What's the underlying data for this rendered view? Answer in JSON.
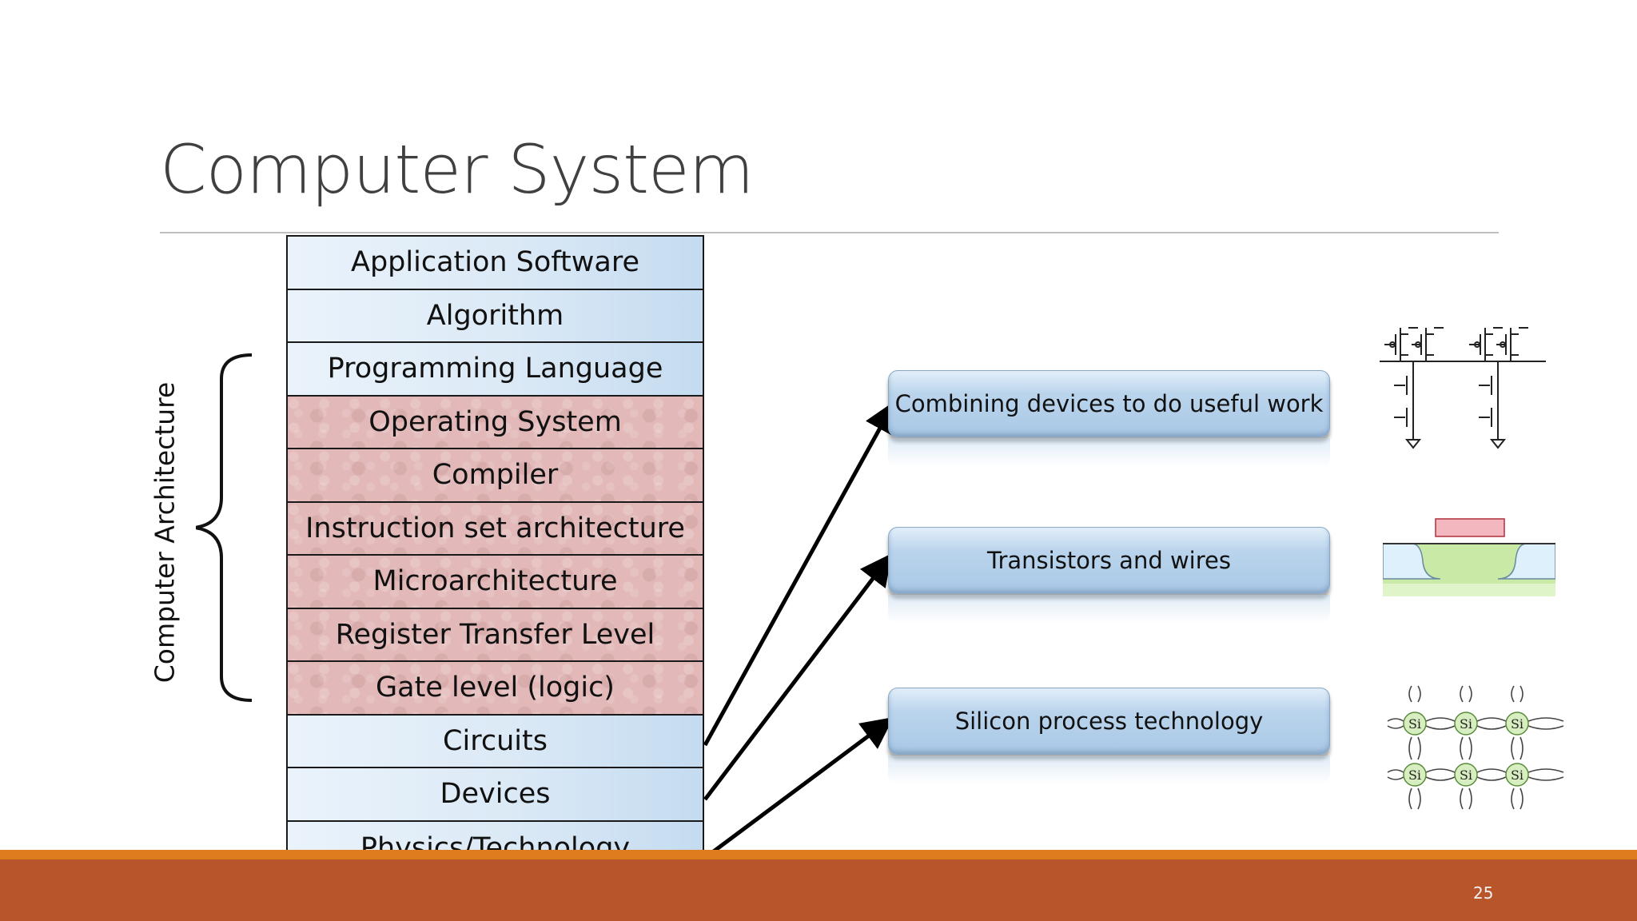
{
  "slide": {
    "title": "Computer System",
    "page_number": "25"
  },
  "stack": {
    "layers": [
      {
        "label": "Application Software",
        "color": "blue"
      },
      {
        "label": "Algorithm",
        "color": "blue"
      },
      {
        "label": "Programming Language",
        "color": "blue"
      },
      {
        "label": "Operating System",
        "color": "pink"
      },
      {
        "label": "Compiler",
        "color": "pink"
      },
      {
        "label": "Instruction set architecture",
        "color": "pink"
      },
      {
        "label": "Microarchitecture",
        "color": "pink"
      },
      {
        "label": "Register Transfer Level",
        "color": "pink"
      },
      {
        "label": "Gate level (logic)",
        "color": "pink"
      },
      {
        "label": "Circuits",
        "color": "blue"
      },
      {
        "label": "Devices",
        "color": "blue"
      },
      {
        "label": "Physics/Technology",
        "color": "blue"
      }
    ]
  },
  "bracket_label": "Computer Architecture",
  "callouts": [
    {
      "label": "Combining devices to do useful work",
      "from_layer": "Circuits",
      "icon": "transistor-circuit-icon"
    },
    {
      "label": "Transistors and wires",
      "from_layer": "Devices",
      "icon": "transistor-cross-section-icon"
    },
    {
      "label": "Silicon process technology",
      "from_layer": "Physics/Technology",
      "icon": "silicon-lattice-icon"
    }
  ],
  "lattice_atom_label": "Si",
  "colors": {
    "footer": "#b9552b",
    "footer_accent": "#df7d1e",
    "blue_layer": "#dbe9f6",
    "pink_layer": "#e2b8b8"
  }
}
